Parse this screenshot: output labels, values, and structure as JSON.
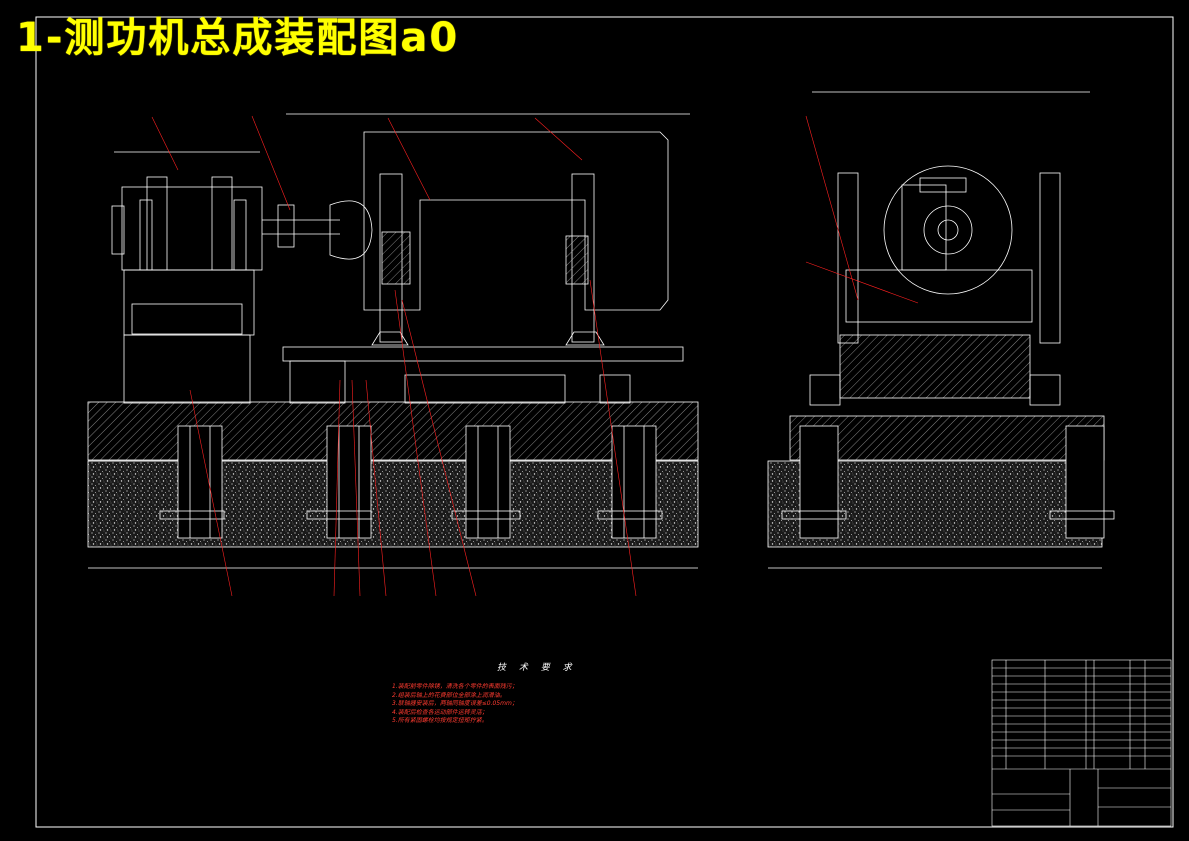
{
  "title": "1-测功机总成装配图a0",
  "technical_requirements": {
    "heading": "技 术 要 求",
    "items": [
      "1.装配前零件除锈，清洗各个零件的表面残污；",
      "2.组装后轴上的花费部位全部涂上润滑油。",
      "3.联轴器安装后，两轴同轴度误差≤0.05mm；",
      "4.装配后检查各运动部件运转灵活；",
      "5.所有紧固螺栓均按规定扭矩拧紧。"
    ]
  },
  "colors": {
    "background": "#000000",
    "title": "#ffff00",
    "lines": "#ffffff",
    "leaders": "#ff2020",
    "hatch": "#cfcfcf"
  }
}
